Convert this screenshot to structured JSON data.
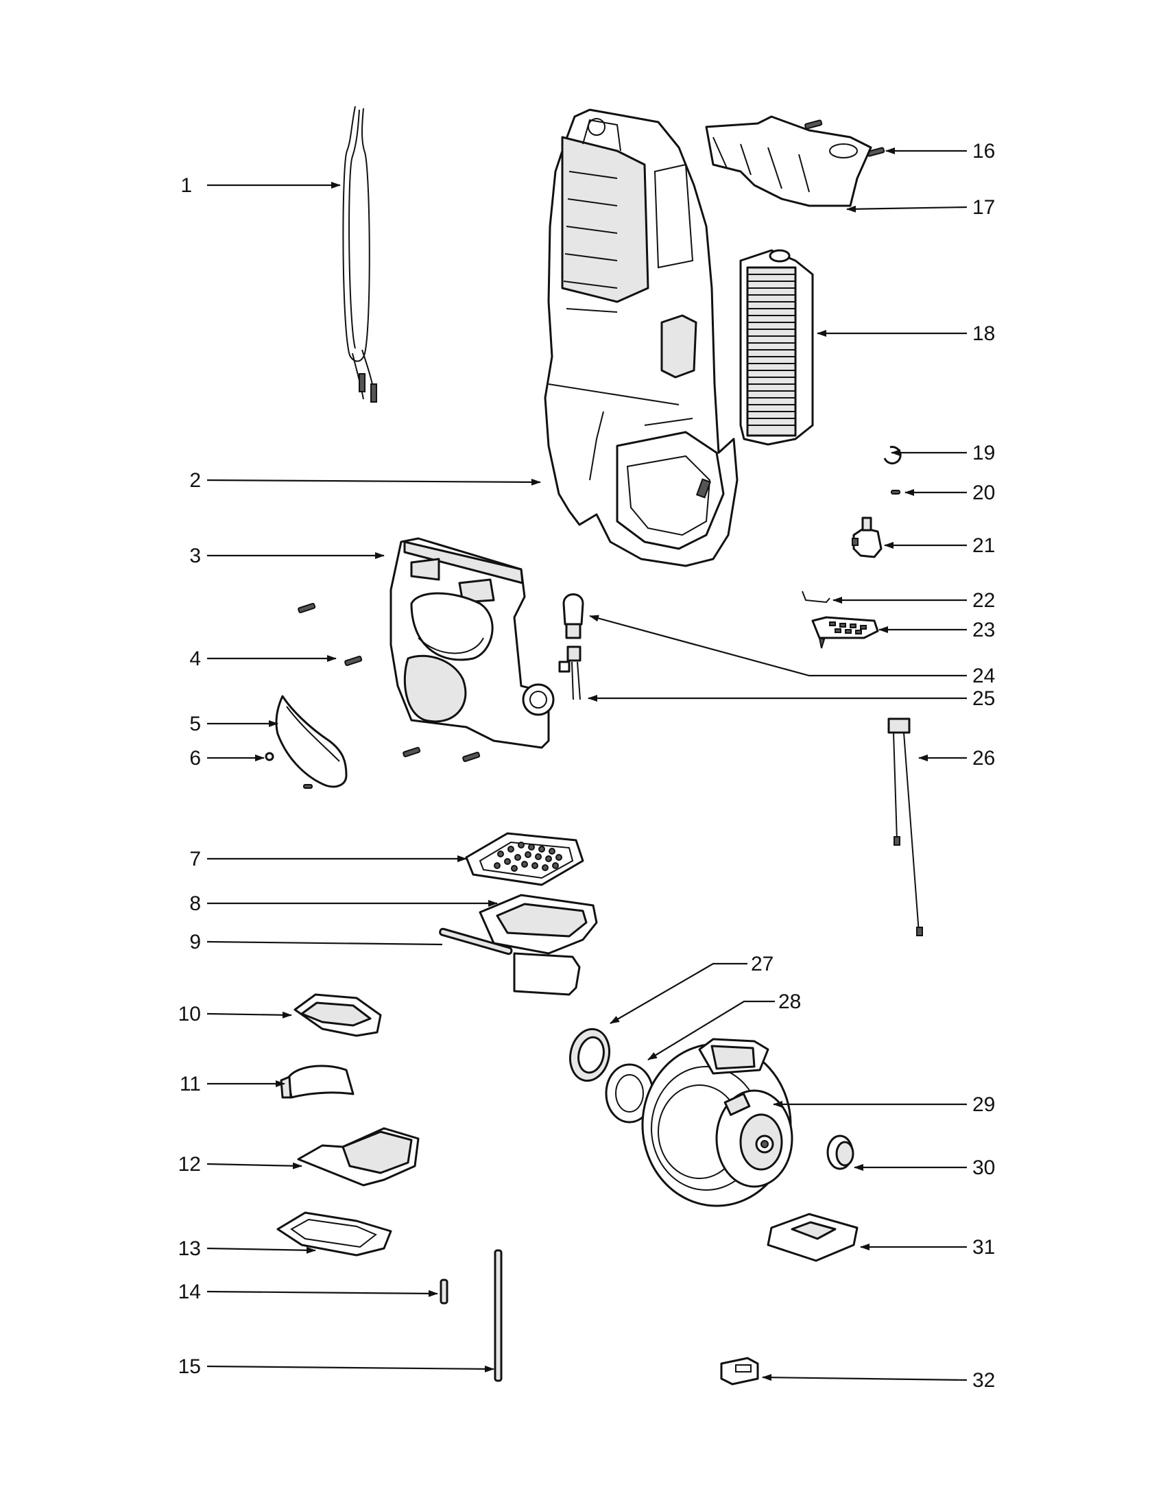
{
  "callouts": [
    {
      "id": "1",
      "label": "1"
    },
    {
      "id": "2",
      "label": "2"
    },
    {
      "id": "3",
      "label": "3"
    },
    {
      "id": "4",
      "label": "4"
    },
    {
      "id": "5",
      "label": "5"
    },
    {
      "id": "6",
      "label": "6"
    },
    {
      "id": "7",
      "label": "7"
    },
    {
      "id": "8",
      "label": "8"
    },
    {
      "id": "9",
      "label": "9"
    },
    {
      "id": "10",
      "label": "10"
    },
    {
      "id": "11",
      "label": "11"
    },
    {
      "id": "12",
      "label": "12"
    },
    {
      "id": "13",
      "label": "13"
    },
    {
      "id": "14",
      "label": "14"
    },
    {
      "id": "15",
      "label": "15"
    },
    {
      "id": "16",
      "label": "16"
    },
    {
      "id": "17",
      "label": "17"
    },
    {
      "id": "18",
      "label": "18"
    },
    {
      "id": "19",
      "label": "19"
    },
    {
      "id": "20",
      "label": "20"
    },
    {
      "id": "21",
      "label": "21"
    },
    {
      "id": "22",
      "label": "22"
    },
    {
      "id": "23",
      "label": "23"
    },
    {
      "id": "24",
      "label": "24"
    },
    {
      "id": "25",
      "label": "25"
    },
    {
      "id": "26",
      "label": "26"
    },
    {
      "id": "27",
      "label": "27"
    },
    {
      "id": "28",
      "label": "28"
    },
    {
      "id": "29",
      "label": "29"
    },
    {
      "id": "30",
      "label": "30"
    },
    {
      "id": "31",
      "label": "31"
    },
    {
      "id": "32",
      "label": "32"
    }
  ],
  "style": {
    "line_color": "#111111",
    "background": "#ffffff"
  }
}
